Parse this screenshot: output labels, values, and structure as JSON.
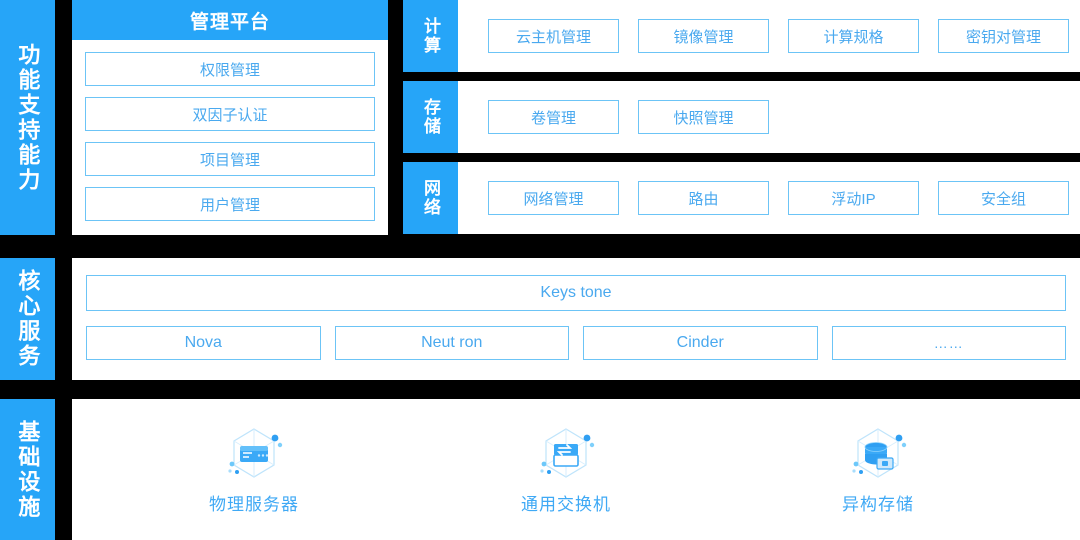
{
  "colors": {
    "brand_blue": "#26a5f8",
    "chip_border": "#6cc4f6",
    "chip_text": "#4aa9ef",
    "caption_blue": "#3fa9f5",
    "background": "#000000",
    "panel": "#ffffff"
  },
  "layers": [
    {
      "id": "capability",
      "label": "功能支持能力"
    },
    {
      "id": "core",
      "label": "核心服务"
    },
    {
      "id": "infrastructure",
      "label": "基础设施"
    }
  ],
  "management_platform": {
    "title": "管理平台",
    "items": [
      {
        "label": "权限管理"
      },
      {
        "label": "双因子认证"
      },
      {
        "label": "项目管理"
      },
      {
        "label": "用户管理"
      }
    ]
  },
  "service_rows": [
    {
      "id": "compute",
      "label": "计算",
      "items": [
        {
          "label": "云主机管理"
        },
        {
          "label": "镜像管理"
        },
        {
          "label": "计算规格"
        },
        {
          "label": "密钥对管理"
        }
      ]
    },
    {
      "id": "storage",
      "label": "存储",
      "items": [
        {
          "label": "卷管理"
        },
        {
          "label": "快照管理"
        }
      ]
    },
    {
      "id": "network",
      "label": "网络",
      "items": [
        {
          "label": "网络管理"
        },
        {
          "label": "路由"
        },
        {
          "label": "浮动IP"
        },
        {
          "label": "安全组"
        }
      ]
    }
  ],
  "core_services": {
    "primary": {
      "label": "Keys tone"
    },
    "items": [
      {
        "label": "Nova"
      },
      {
        "label": "Neut ron"
      },
      {
        "label": "Cinder"
      },
      {
        "label": "……"
      }
    ]
  },
  "infrastructure": {
    "items": [
      {
        "icon": "server-hexagon-icon",
        "label": "物理服务器"
      },
      {
        "icon": "switch-hexagon-icon",
        "label": "通用交换机"
      },
      {
        "icon": "storage-hexagon-icon",
        "label": "异构存储"
      }
    ]
  }
}
